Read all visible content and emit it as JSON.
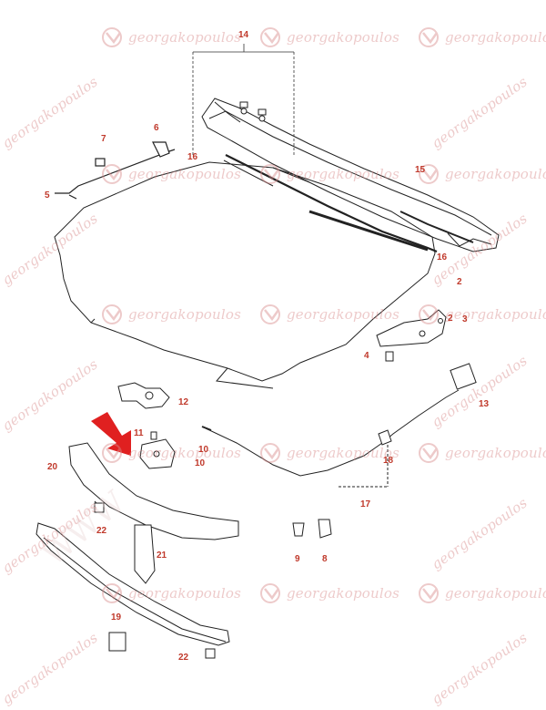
{
  "watermark": {
    "brand_text": "georgakopoulos",
    "diagonal_text": "WWW"
  },
  "callouts": [
    {
      "id": "14",
      "text": "14"
    },
    {
      "id": "6",
      "text": "6"
    },
    {
      "id": "7",
      "text": "7"
    },
    {
      "id": "16a",
      "text": "16"
    },
    {
      "id": "15",
      "text": "15"
    },
    {
      "id": "5",
      "text": "5"
    },
    {
      "id": "16b",
      "text": "16"
    },
    {
      "id": "2a",
      "text": "2"
    },
    {
      "id": "2b",
      "text": "2"
    },
    {
      "id": "3",
      "text": "3"
    },
    {
      "id": "4",
      "text": "4"
    },
    {
      "id": "12",
      "text": "12"
    },
    {
      "id": "13",
      "text": "13"
    },
    {
      "id": "11",
      "text": "11"
    },
    {
      "id": "10a",
      "text": "10"
    },
    {
      "id": "10b",
      "text": "10"
    },
    {
      "id": "20",
      "text": "20"
    },
    {
      "id": "18",
      "text": "18"
    },
    {
      "id": "17",
      "text": "17"
    },
    {
      "id": "22a",
      "text": "22"
    },
    {
      "id": "21",
      "text": "21"
    },
    {
      "id": "9",
      "text": "9"
    },
    {
      "id": "8",
      "text": "8"
    },
    {
      "id": "19",
      "text": "19"
    },
    {
      "id": "22b",
      "text": "22"
    }
  ],
  "colors": {
    "line": "#222222",
    "callout": "#c0392b",
    "arrow": "#e02020",
    "watermark": "#d98c8c"
  }
}
